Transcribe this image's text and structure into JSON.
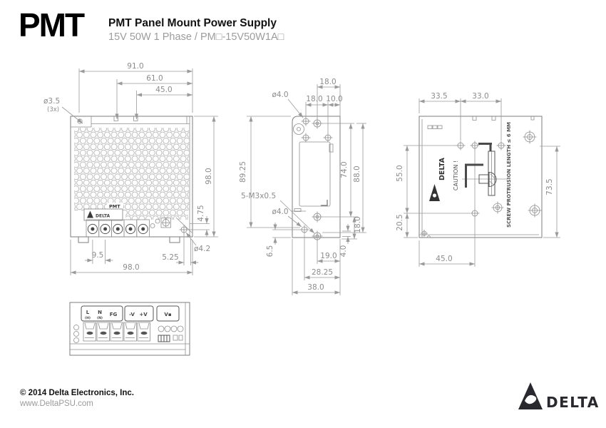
{
  "header": {
    "logo": "PMT",
    "title": "PMT Panel Mount Power Supply",
    "subtitle": "15V 50W 1 Phase / PM□-15V50W1A□"
  },
  "front": {
    "d91": "91.0",
    "d61": "61.0",
    "d45": "45.0",
    "hole3": "ø3.5",
    "hole3n": "(3x)",
    "h98": "98.0",
    "d475": "4.75",
    "hole42": "ø4.2",
    "d525": "5.25",
    "d95": "9.5",
    "w98": "98.0",
    "label_brand": "DELTA",
    "label_model": "PMT"
  },
  "side": {
    "t18": "18.0",
    "l18": "18.0",
    "r10": "10.0",
    "hole4a": "ø4.0",
    "hole4b": "ø4.0",
    "h8925": "89.25",
    "thread": "5-M3x0.5",
    "r74": "74.0",
    "r88": "88.0",
    "r18": "18.0",
    "b4": "4.0",
    "b65": "6.5",
    "b19": "19.0",
    "b2825": "28.25",
    "b38": "38.0"
  },
  "back": {
    "t335": "33.5",
    "t33": "33.0",
    "l55": "55.0",
    "l205": "20.5",
    "r735": "73.5",
    "b45": "45.0",
    "caution": "CAUTION !",
    "note": "SCREW PROTRUSION LENGTH ≤ 6 MM",
    "brand": "DELTA"
  },
  "terminal": {
    "l": "L",
    "l_sub": "(H)",
    "n": "N",
    "n_sub": "(N)",
    "fg": "FG",
    "vneg": "-V",
    "vpos": "+V",
    "vadj": "V▪"
  },
  "footer": {
    "copyright": "© 2014 Delta Electronics, Inc.",
    "site": "www.DeltaPSU.com",
    "brand": "DELTA"
  },
  "colors": {
    "accent": "#29282e",
    "line": "#8c8c8c",
    "ink": "#111111"
  }
}
